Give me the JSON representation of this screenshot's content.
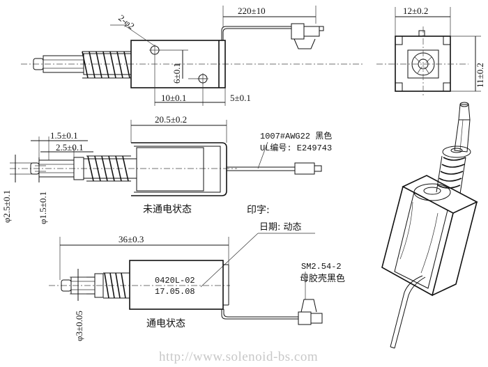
{
  "dims": {
    "lead_length": "220±10",
    "width_front": "12±0.2",
    "height_front": "11±0.2",
    "hole_dia": "2-φ2",
    "hole_v": "6±0.1",
    "hole_h1": "10±0.1",
    "hole_h2": "5±0.1",
    "body_len_off": "20.5±0.2",
    "stroke1": "1.5±0.1",
    "stroke2": "2.5±0.1",
    "plunger_tip": "φ2.5±0.1",
    "plunger_neck": "φ1.5±0.1",
    "body_len_on": "36±0.3",
    "shaft_dia": "φ3±0.05"
  },
  "notes": {
    "wire_spec": "1007#AWG22 黑色",
    "ul_no": "UL编号: E249743",
    "state_off": "未通电状态",
    "state_on": "通电状态",
    "print_title": "印字:",
    "print_date": "日期: 动态",
    "marking_line1": "0420L-02",
    "marking_line2": "17.05.08",
    "connector_line1": "SM2.54-2",
    "connector_line2": "母胶壳黑色"
  },
  "watermark": "http://www.solenoid-bs.com"
}
